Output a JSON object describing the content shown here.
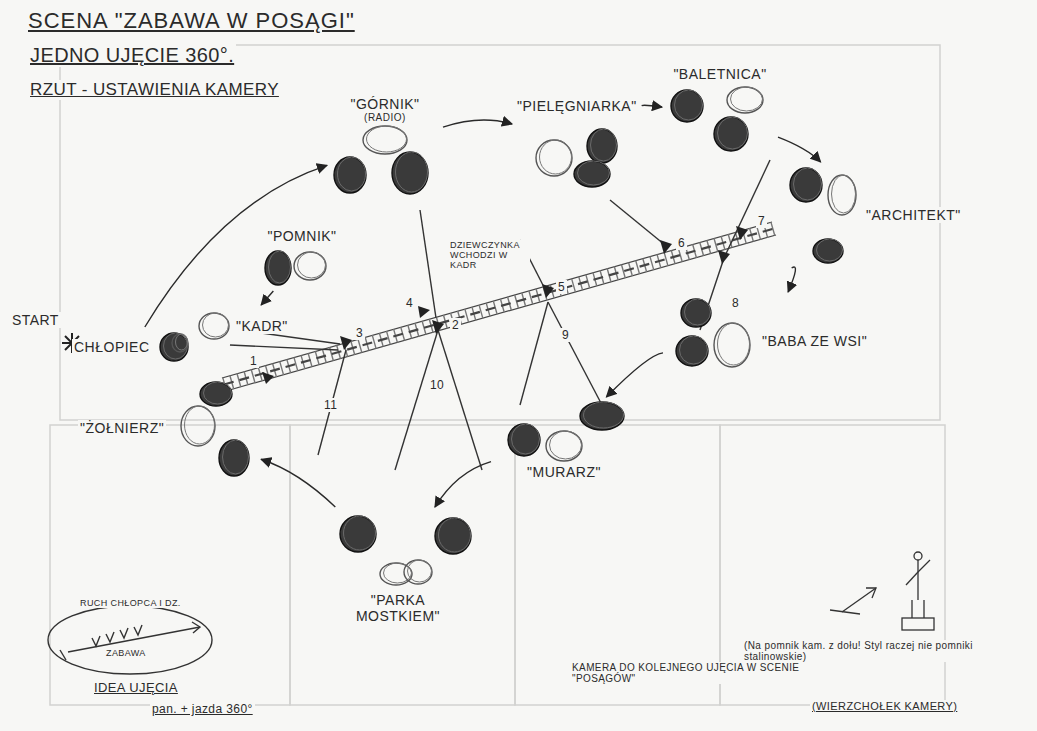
{
  "diagram": {
    "title": "SCENA \"ZABAWA W POSĄGI\"",
    "nodes": [
      {
        "text": [
          "CHŁOPIEC"
        ]
      },
      {
        "text": [
          "\"KADR\""
        ]
      },
      {
        "text": [
          "\"POMNIK\""
        ]
      },
      {
        "text": [
          "\"GÓRNIK\"",
          "(RADIO)"
        ]
      },
      {
        "text": [
          "\"PIELĘGNIARKA\""
        ]
      },
      {
        "text": [
          "\"BALETNICA\""
        ]
      },
      {
        "text": [
          "\"ARCHITEKT\""
        ]
      },
      {
        "text": [
          "\"BABA ZE WSI\""
        ]
      },
      {
        "text": [
          "\"MURARZ\""
        ]
      },
      {
        "text": [
          "\"PARKA MOSTKIEM\""
        ]
      },
      {
        "text": [
          "\"ŻOŁNIERZ\""
        ]
      }
    ],
    "edges": [
      {
        "from": 0,
        "to": 3,
        "arrow": "to"
      },
      {
        "from": 3,
        "to": 4,
        "arrow": "to"
      },
      {
        "from": 4,
        "to": 5,
        "arrow": "to"
      },
      {
        "from": 5,
        "to": 6,
        "arrow": "to"
      },
      {
        "from": 6,
        "to": 7,
        "arrow": "to"
      },
      {
        "from": 7,
        "to": 8,
        "arrow": "to"
      },
      {
        "from": 8,
        "to": 9,
        "arrow": "to"
      },
      {
        "from": 9,
        "to": 10,
        "arrow": "to"
      },
      {
        "from": 2,
        "to": 1,
        "arrow": "to"
      }
    ],
    "labels": [
      "JEDNO UJĘCIE 360°.",
      "RZUT - USTAWIENIA KAMERY",
      "START",
      "DZIEWCZYNKA WCHODZI W KADR",
      "1",
      "2",
      "3",
      "4",
      "5",
      "6",
      "7",
      "8",
      "9",
      "10",
      "11",
      "RUCH CHŁOPCA I DZ.",
      "ZABAWA",
      "IDEA UJĘCIA",
      "pan. + jazda 360°",
      "(Na pomnik kam. z dołu! Styl raczej nie pomniki stalinowskie)",
      "KAMERA DO KOLEJNEGO UJĘCIA W SCENIE \"POSĄGÓW\"",
      "(WIERZCHOŁEK KAMERY)"
    ]
  }
}
